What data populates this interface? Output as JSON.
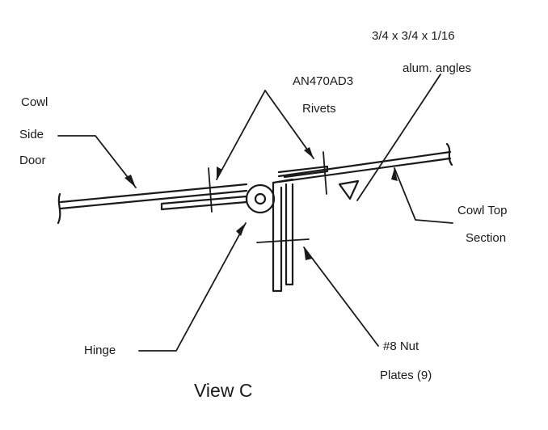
{
  "diagram": {
    "title": "View C",
    "labels": {
      "angle_spec_line1": "3/4 x 3/4 x 1/16",
      "angle_spec_line2": "alum. angles",
      "rivet_line1": "AN470AD3",
      "rivet_line2": "Rivets",
      "side_door_line1": "Cowl",
      "side_door_line2": "Side",
      "side_door_line3": "Door",
      "top_section_line1": "Cowl Top",
      "top_section_line2": "Section",
      "hinge": "Hinge",
      "nut_plates_line1": "#8 Nut",
      "nut_plates_line2": "Plates (9)"
    }
  }
}
